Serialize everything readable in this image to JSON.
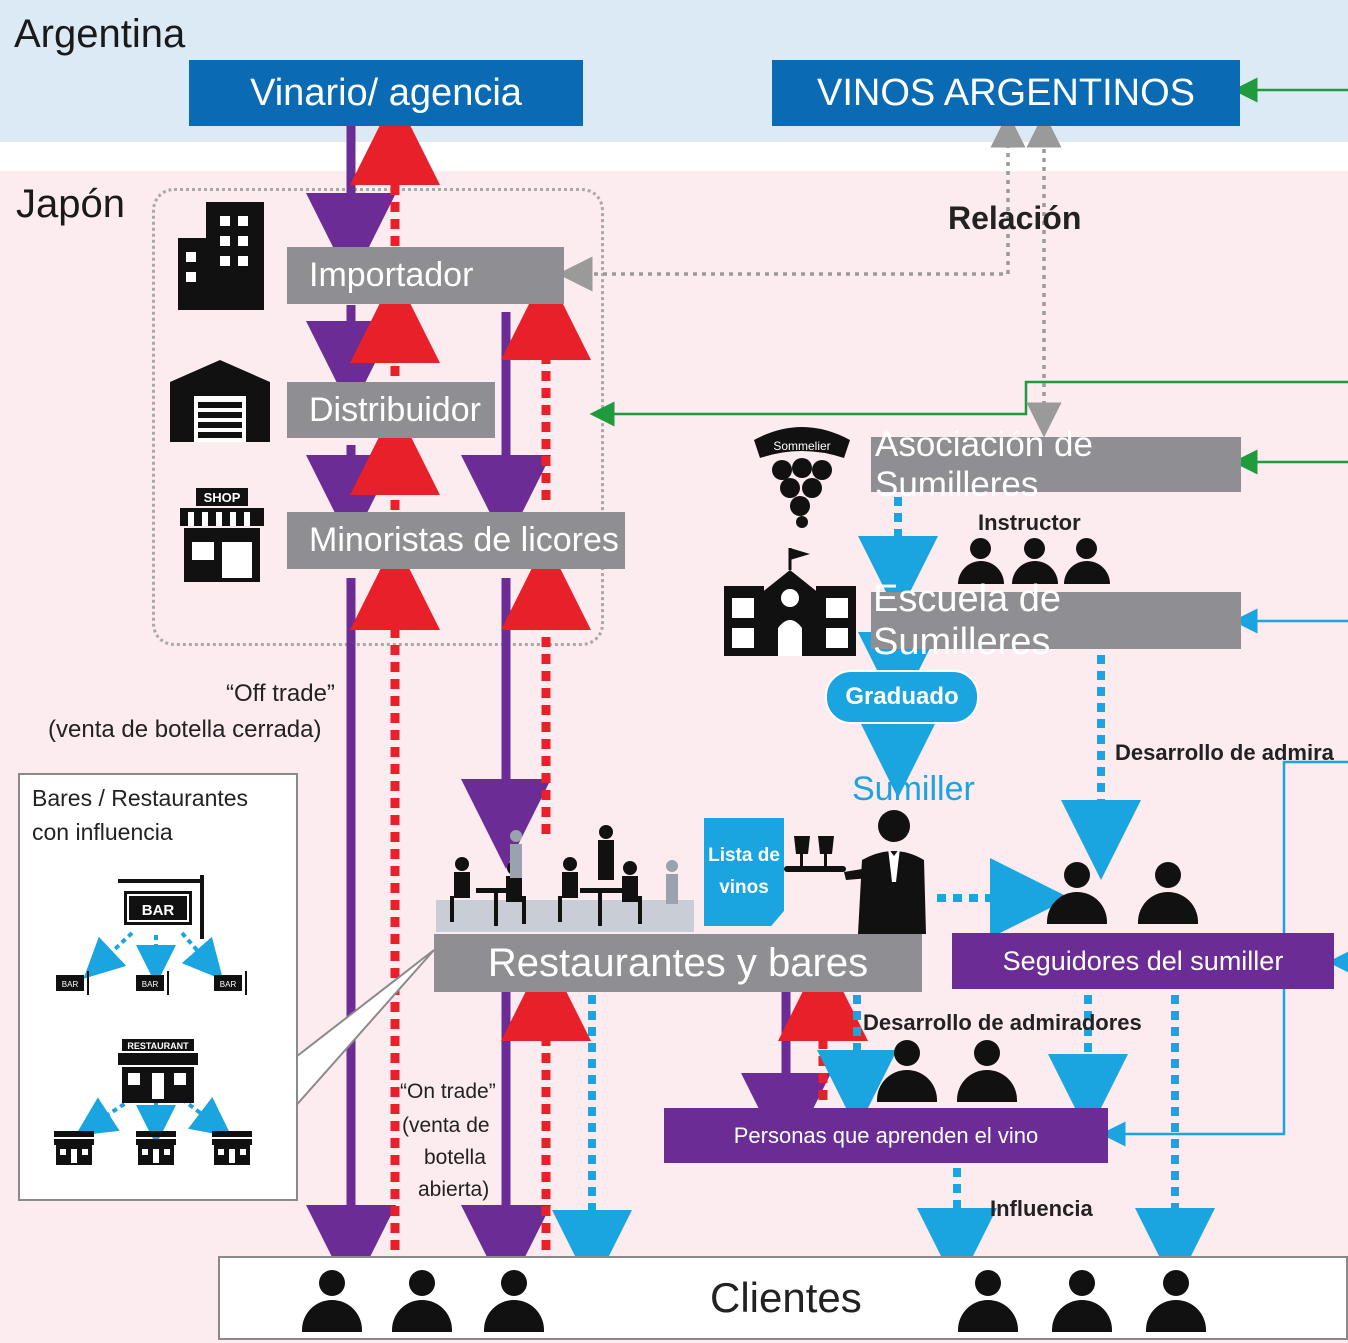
{
  "regions": {
    "argentina": "Argentina",
    "japan": "Japón"
  },
  "nodes": {
    "vinario": "Vinario/ agencia",
    "vinos_argentinos": "VINOS ARGENTINOS",
    "importador": "Importador",
    "distribuidor": "Distribuidor",
    "minoristas": "Minoristas de licores",
    "asociacion": "Asociación de Sumilleres",
    "escuela": "Escuela de Sumilleres",
    "restaurantes": "Restaurantes y bares",
    "seguidores": "Seguidores del sumiller",
    "personas": "Personas que aprenden el vino",
    "clientes": "Clientes",
    "sumiller": "Sumiller",
    "graduado": "Graduado",
    "lista": "Lista de vinos"
  },
  "labels": {
    "relacion": "Relación",
    "instructor": "Instructor",
    "desarrollo_right": "Desarrollo de admira",
    "desarrollo_mid": "Desarrollo de admiradores",
    "influencia": "Influencia",
    "off_trade_1": "“Off trade”",
    "off_trade_2": "(venta de botella cerrada)",
    "on_trade_1": "“On trade”",
    "on_trade_2": "(venta de",
    "on_trade_3": "botella",
    "on_trade_4": "abierta)",
    "bares_title_1": "Bares / Restaurantes",
    "bares_title_2": "con influencia",
    "bar_sign": "BAR",
    "bar_small": "BAR",
    "restaurant_sign": "RESTAURANT",
    "sommelier_badge": "Sommelier",
    "shop_sign": "SHOP"
  },
  "colors": {
    "blue_box": "#0a6ab3",
    "gray_box": "#8f8f93",
    "purple_box": "#6b2c96",
    "arrow_purple": "#6b2c96",
    "arrow_red": "#e8202a",
    "arrow_cyan": "#1aa5e0",
    "arrow_green": "#1f9a3c",
    "arrow_gray": "#9a9a9a"
  },
  "icons": [
    "building-icon",
    "warehouse-icon",
    "shop-icon",
    "sommelier-grapes-icon",
    "school-icon",
    "waiter-icon",
    "diners-icon",
    "bar-sign-icon",
    "restaurant-icon",
    "person-icon"
  ]
}
